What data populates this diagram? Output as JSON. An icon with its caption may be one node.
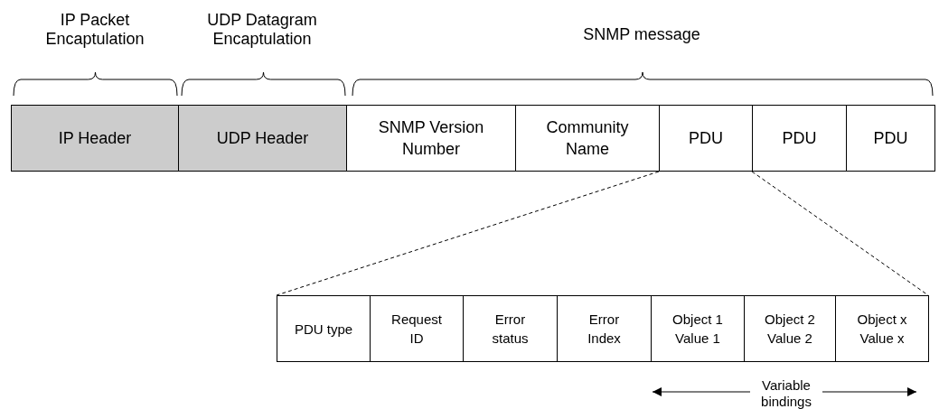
{
  "diagram": {
    "nodes": [
      {
        "text": [
          "IP Header"
        ]
      },
      {
        "text": [
          "UDP Header"
        ]
      },
      {
        "text": [
          "SNMP Version Number"
        ]
      },
      {
        "text": [
          "Community Name"
        ]
      },
      {
        "text": [
          "PDU"
        ]
      },
      {
        "text": [
          "PDU"
        ]
      },
      {
        "text": [
          "PDU"
        ]
      },
      {
        "text": [
          "PDU type"
        ]
      },
      {
        "text": [
          "Request ID"
        ]
      },
      {
        "text": [
          "Error status"
        ]
      },
      {
        "text": [
          "Error Index"
        ]
      },
      {
        "text": [
          "Object 1 Value 1"
        ]
      },
      {
        "text": [
          "Object 2 Value 2"
        ]
      },
      {
        "text": [
          "Object x Value x"
        ]
      }
    ],
    "edges": [
      {
        "from": 4,
        "to": 7,
        "arrow": "none",
        "style": "dashed"
      },
      {
        "from": 4,
        "to": 13,
        "arrow": "none",
        "style": "dashed"
      }
    ],
    "labels": [
      "IP Packet Encaptulation",
      "UDP Datagram Encaptulation",
      "SNMP message",
      "Variable bindings"
    ]
  }
}
